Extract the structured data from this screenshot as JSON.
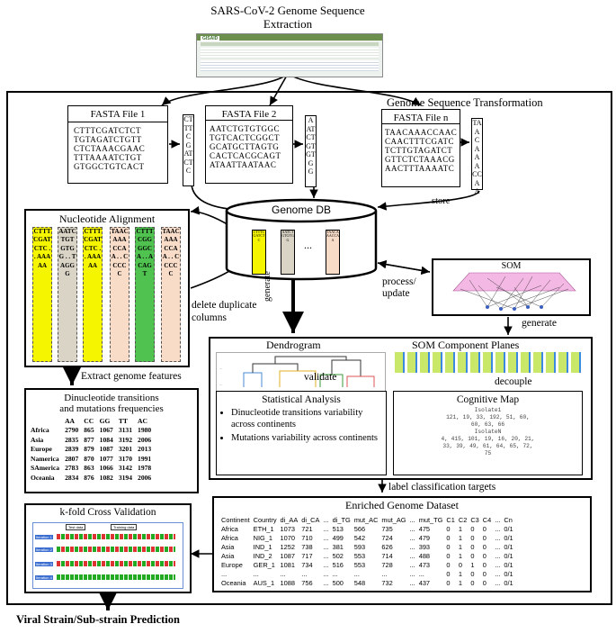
{
  "header": {
    "title_line1": "SARS-CoV-2 Genome Sequence",
    "title_line2": "Extraction",
    "gisaid_logo": "GISAID"
  },
  "transformation": {
    "title": "Genome Sequence Transformation",
    "store_label": "store",
    "files": [
      {
        "name": "FASTA File 1",
        "lines": [
          "CTTTCGATCTCT",
          "TGTAGATCTGTT",
          "CTCTAAACGAAC",
          "TTTAAAATCTGT",
          "GTGGCTGTCACT"
        ],
        "column": "CTTTCGATCTC"
      },
      {
        "name": "FASTA File 2",
        "lines": [
          "AATCTGTGTGGC",
          "TGTCACTCGGCT",
          "GCATGCTTAGTG",
          "CACTCACGCAGT",
          "ATAATTAATAAC"
        ],
        "column": "AATCTGTGTGG"
      },
      {
        "name": "FASTA File n",
        "lines": [
          "TAACAAACCAAC",
          "CAACTTTCGATC",
          "TCTTGTAGATCT",
          "GTTCTCTAAACG",
          "AACTTTAAAATC"
        ],
        "column": "TAACAAACCAA"
      }
    ]
  },
  "genome_db": {
    "title": "Genome DB",
    "ellipsis": "...",
    "columns": [
      "CTTTCGATCTC",
      "AATCTGTGTGG",
      "TAACAAACCAA"
    ]
  },
  "alignment": {
    "title": "Nucleotide Alignment",
    "delete_label_line1": "delete duplicate",
    "delete_label_line2": "columns",
    "columns": [
      {
        "seq": "CTTTCGATCTC . . AAAAA",
        "color": "#f5f500"
      },
      {
        "seq": "AATCTGTGTGG . . TAGGG",
        "color": "#d9d4c6"
      },
      {
        "seq": "CTTTCGATCTC . . AAAAA",
        "color": "#f5f500"
      },
      {
        "seq": "TAACAAACCAA . . CCCCC",
        "color": "#f8dcc8"
      },
      {
        "seq": "CTTTCGGGGCA . . ACAGT",
        "color": "#4fc24f"
      },
      {
        "seq": "TAACAAACCAA . . CCCCC",
        "color": "#f8dcc8"
      }
    ]
  },
  "som": {
    "title": "SOM",
    "process_label_line1": "process/",
    "process_label_line2": "update",
    "generate_label": "generate"
  },
  "generate_vertical": "generate",
  "dendrogram": {
    "title": "Dendrogram",
    "validate_label": "validate"
  },
  "som_planes": {
    "title": "SOM Component Planes",
    "decouple_label": "decouple"
  },
  "statistical": {
    "title": "Statistical Analysis",
    "bullets": [
      "Dinucleotide transitions variability across continents",
      "Mutations variability across continents"
    ]
  },
  "cognitive_map": {
    "title": "Cognitive Map",
    "line1": "Isolate1",
    "line2": "121, 19, 33, 192, 51, 60,",
    "line3": "  60, 63, 66",
    "line4": "IsolateN",
    "line5": "4, 415, 101, 19, 16, 20, 21,",
    "line6": "33, 39, 49, 61, 64, 65, 72,",
    "line7": "   75"
  },
  "extract_label": "Extract genome features",
  "dinucleotide": {
    "title_line1": "Dinucleotide transitions",
    "title_line2": "and mutations frequencies",
    "headers": [
      "",
      "AA",
      "CC",
      "GG",
      "TT",
      "AC"
    ],
    "rows": [
      [
        "Africa",
        "2790",
        "865",
        "1067",
        "3131",
        "1980"
      ],
      [
        "Asia",
        "2835",
        "877",
        "1084",
        "3192",
        "2006"
      ],
      [
        "Europe",
        "2839",
        "879",
        "1087",
        "3201",
        "2013"
      ],
      [
        "Namerica",
        "2807",
        "870",
        "1077",
        "3170",
        "1991"
      ],
      [
        "SAmerica",
        "2783",
        "863",
        "1066",
        "3142",
        "1978"
      ],
      [
        "Oceania",
        "2834",
        "876",
        "1082",
        "3194",
        "2006"
      ]
    ]
  },
  "label_targets": "label classification targets",
  "enriched": {
    "title": "Enriched Genome Dataset",
    "headers": [
      "Continent",
      "Country",
      "di_AA",
      "di_CA",
      "...",
      "di_TG",
      "mut_AC",
      "mut_AG",
      "...",
      "mut_TG",
      "C1",
      "C2",
      "C3",
      "C4",
      "...",
      "Cn"
    ],
    "rows": [
      [
        "Africa",
        "ETH_1",
        "1073",
        "721",
        "...",
        "513",
        "566",
        "735",
        "...",
        "475",
        "0",
        "1",
        "0",
        "0",
        "...",
        "0/1"
      ],
      [
        "Africa",
        "NIG_1",
        "1070",
        "710",
        "...",
        "499",
        "542",
        "724",
        "...",
        "479",
        "0",
        "1",
        "0",
        "0",
        "...",
        "0/1"
      ],
      [
        "Asia",
        "IND_1",
        "1252",
        "738",
        "...",
        "381",
        "593",
        "626",
        "...",
        "393",
        "0",
        "1",
        "0",
        "0",
        "...",
        "0/1"
      ],
      [
        "Asia",
        "IND_2",
        "1087",
        "717",
        "...",
        "502",
        "553",
        "714",
        "...",
        "488",
        "0",
        "1",
        "0",
        "0",
        "...",
        "0/1"
      ],
      [
        "Europe",
        "GER_1",
        "1081",
        "734",
        "...",
        "516",
        "553",
        "728",
        "...",
        "473",
        "0",
        "0",
        "1",
        "0",
        "...",
        "0/1"
      ],
      [
        "...",
        "...",
        "...",
        "...",
        "...",
        "...",
        "...",
        "...",
        "...",
        "...",
        "0",
        "1",
        "0",
        "0",
        "...",
        "0/1"
      ],
      [
        "Oceania",
        "AUS_1",
        "1088",
        "756",
        "...",
        "500",
        "548",
        "732",
        "...",
        "437",
        "0",
        "1",
        "0",
        "0",
        "...",
        "0/1"
      ]
    ]
  },
  "kfold": {
    "title": "k-fold Cross Validation",
    "test_label": "Test data",
    "train_label": "Training data",
    "iterations": [
      "Iteration 1",
      "Iteration 2",
      "Iteration 3",
      "Iteration 4"
    ]
  },
  "prediction": "Viral Strain/Sub-strain Prediction"
}
